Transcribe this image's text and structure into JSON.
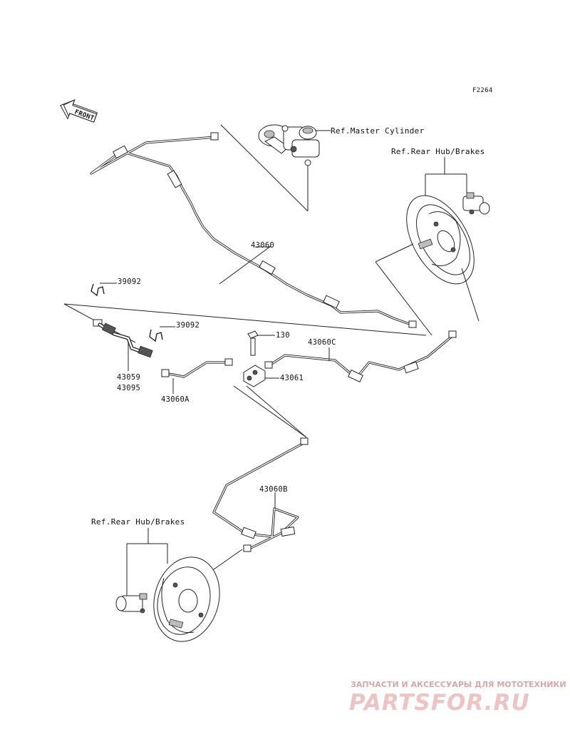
{
  "figure_code": "F2264",
  "front_arrow_text": "FRONT",
  "refs": {
    "master_cylinder": "Ref.Master Cylinder",
    "rear_hub_brakes_upper": "Ref.Rear Hub/Brakes",
    "rear_hub_brakes_lower": "Ref.Rear Hub/Brakes"
  },
  "parts": {
    "pipe_main": "43060",
    "clip_upper": "39092",
    "clip_lower": "39092",
    "bolt": "130",
    "pipe_c": "43060C",
    "joint": "43061",
    "hose": "43059",
    "hose_alt": "43095",
    "pipe_a": "43060A",
    "pipe_b": "43060B"
  },
  "watermark": {
    "tagline": "ЗАПЧАСТИ И АКСЕССУАРЫ ДЛЯ МОТОТЕХНИКИ",
    "brand": "PARTSFOR.RU",
    "brand_color": "#eec3c3"
  }
}
